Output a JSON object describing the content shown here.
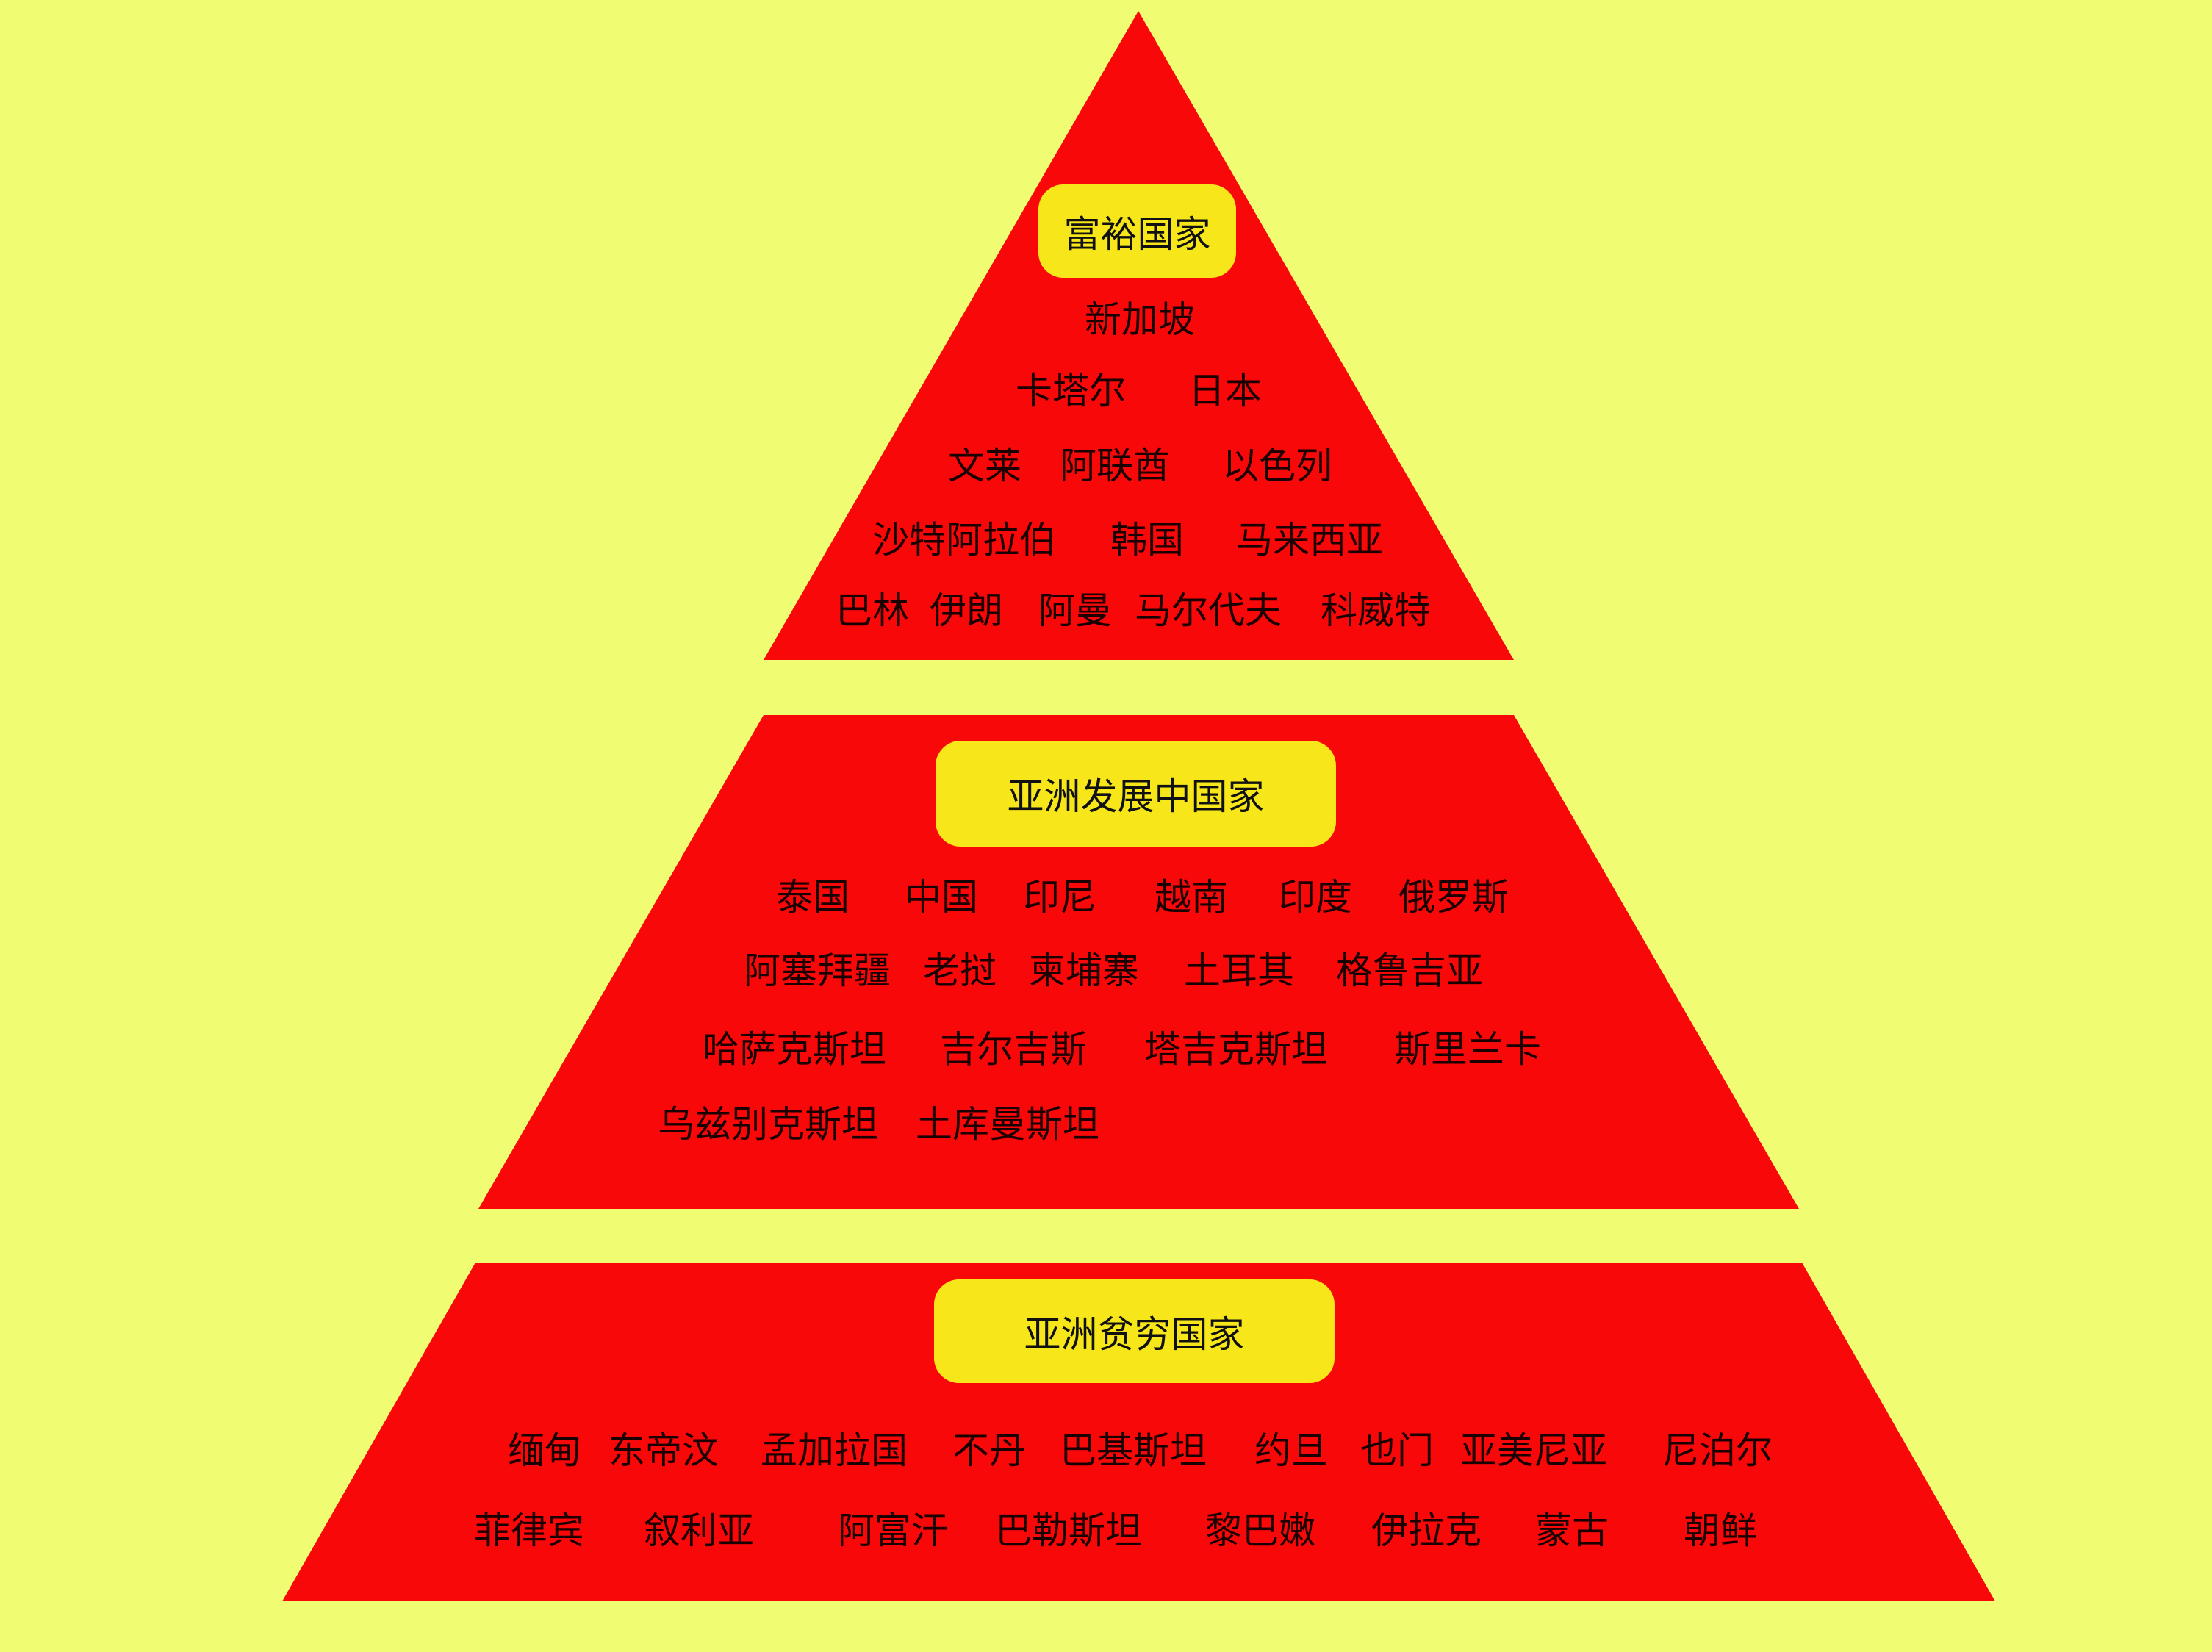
{
  "colors": {
    "background": "#f0fc72",
    "tier": "#f80808",
    "label": "#f7e71a"
  },
  "tiers": [
    {
      "label": "富裕国家",
      "items": [
        "新加坡",
        "卡塔尔",
        "日本",
        "文莱",
        "阿联酋",
        "以色列",
        "沙特阿拉伯",
        "韩国",
        "马来西亚",
        "巴林",
        "伊朗",
        "阿曼",
        "马尔代夫",
        "科威特"
      ]
    },
    {
      "label": "亚洲发展中国家",
      "items": [
        "泰国",
        "中国",
        "印尼",
        "越南",
        "印度",
        "俄罗斯",
        "阿塞拜疆",
        "老挝",
        "柬埔寨",
        "土耳其",
        "格鲁吉亚",
        "哈萨克斯坦",
        "吉尔吉斯",
        "塔吉克斯坦",
        "斯里兰卡",
        "乌兹别克斯坦",
        "土库曼斯坦"
      ]
    },
    {
      "label": "亚洲贫穷国家",
      "items": [
        "缅甸",
        "东帝汶",
        "孟加拉国",
        "不丹",
        "巴基斯坦",
        "约旦",
        "也门",
        "亚美尼亚",
        "尼泊尔",
        "菲律宾",
        "叙利亚",
        "阿富汗",
        "巴勒斯坦",
        "黎巴嫩",
        "伊拉克",
        "蒙古",
        "朝鲜"
      ]
    }
  ]
}
